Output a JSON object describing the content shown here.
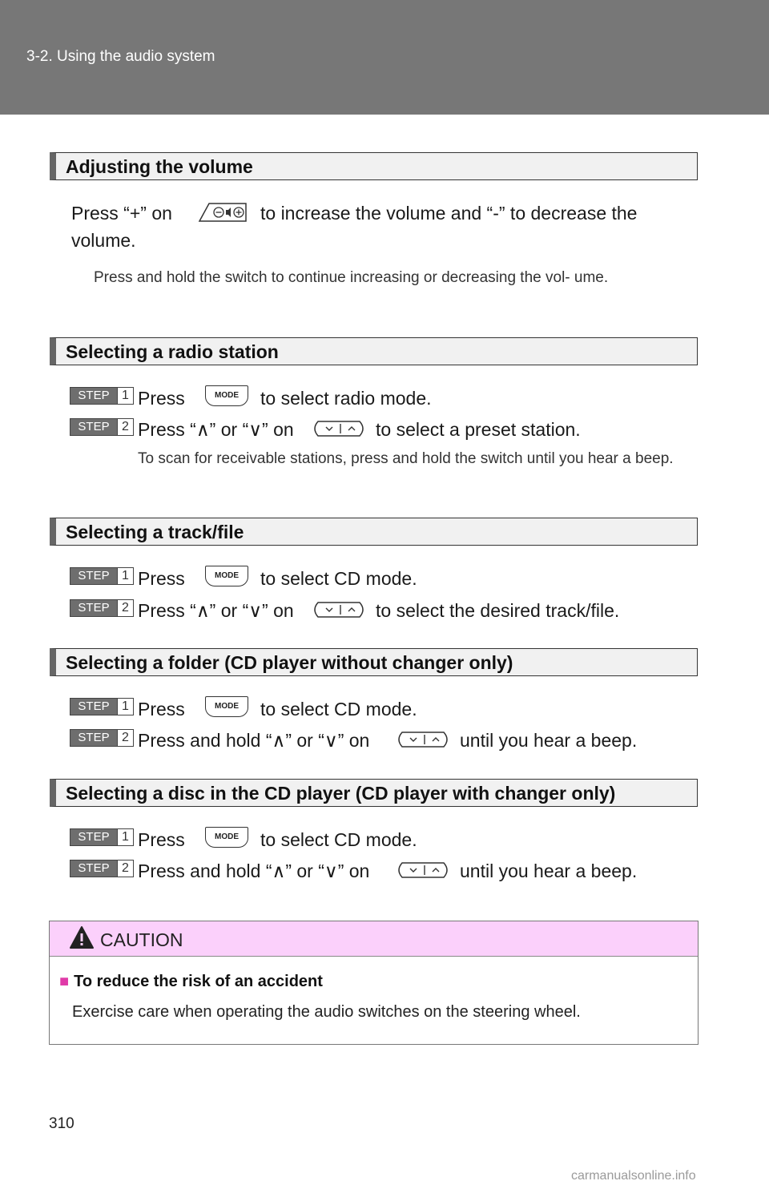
{
  "header": {
    "breadcrumb": "3-2. Using the audio system"
  },
  "icons": {
    "mode_label": "MODE"
  },
  "step_word": "STEP",
  "sections": {
    "volume": {
      "title": "Adjusting the volume",
      "line1_a": "Press “+” on",
      "line1_b": "to increase the volume and “-” to decrease the",
      "line2": "volume.",
      "note": "Press and hold the switch to continue increasing or decreasing the vol- ume."
    },
    "radio": {
      "title": "Selecting a radio station",
      "step1": {
        "num": "1",
        "a": "Press",
        "b": "to select radio mode."
      },
      "step2": {
        "num": "2",
        "a": "Press “∧” or “∨” on",
        "b": "to select a preset station."
      },
      "note": "To scan for receivable stations, press and hold the switch until you hear a beep."
    },
    "track": {
      "title": "Selecting a track/file",
      "step1": {
        "num": "1",
        "a": "Press",
        "b": "to select CD mode."
      },
      "step2": {
        "num": "2",
        "a": "Press “∧” or “∨” on",
        "b": "to select the desired track/file."
      }
    },
    "folder": {
      "title": "Selecting a folder (CD player without changer only)",
      "step1": {
        "num": "1",
        "a": "Press",
        "b": "to select CD mode."
      },
      "step2": {
        "num": "2",
        "a": "Press and hold “∧” or “∨” on",
        "b": "until you hear a beep."
      }
    },
    "disc": {
      "title": "Selecting a disc in the CD player (CD player with changer only)",
      "step1": {
        "num": "1",
        "a": "Press",
        "b": "to select CD mode."
      },
      "step2": {
        "num": "2",
        "a": "Press and hold “∧” or “∨” on",
        "b": "until you hear a beep."
      }
    }
  },
  "caution": {
    "title": "CAUTION",
    "subtitle_marker": "■",
    "subtitle": "To reduce the risk of an accident",
    "text": "Exercise care when operating the audio switches on the steering wheel."
  },
  "footer": {
    "page_number": "310",
    "watermark": "carmanualsonline.info"
  },
  "colors": {
    "header_band": "#777777",
    "caution_head": "#fbd0fb",
    "caution_marker": "#e03aa8",
    "step_badge": "#6e6e6e"
  }
}
